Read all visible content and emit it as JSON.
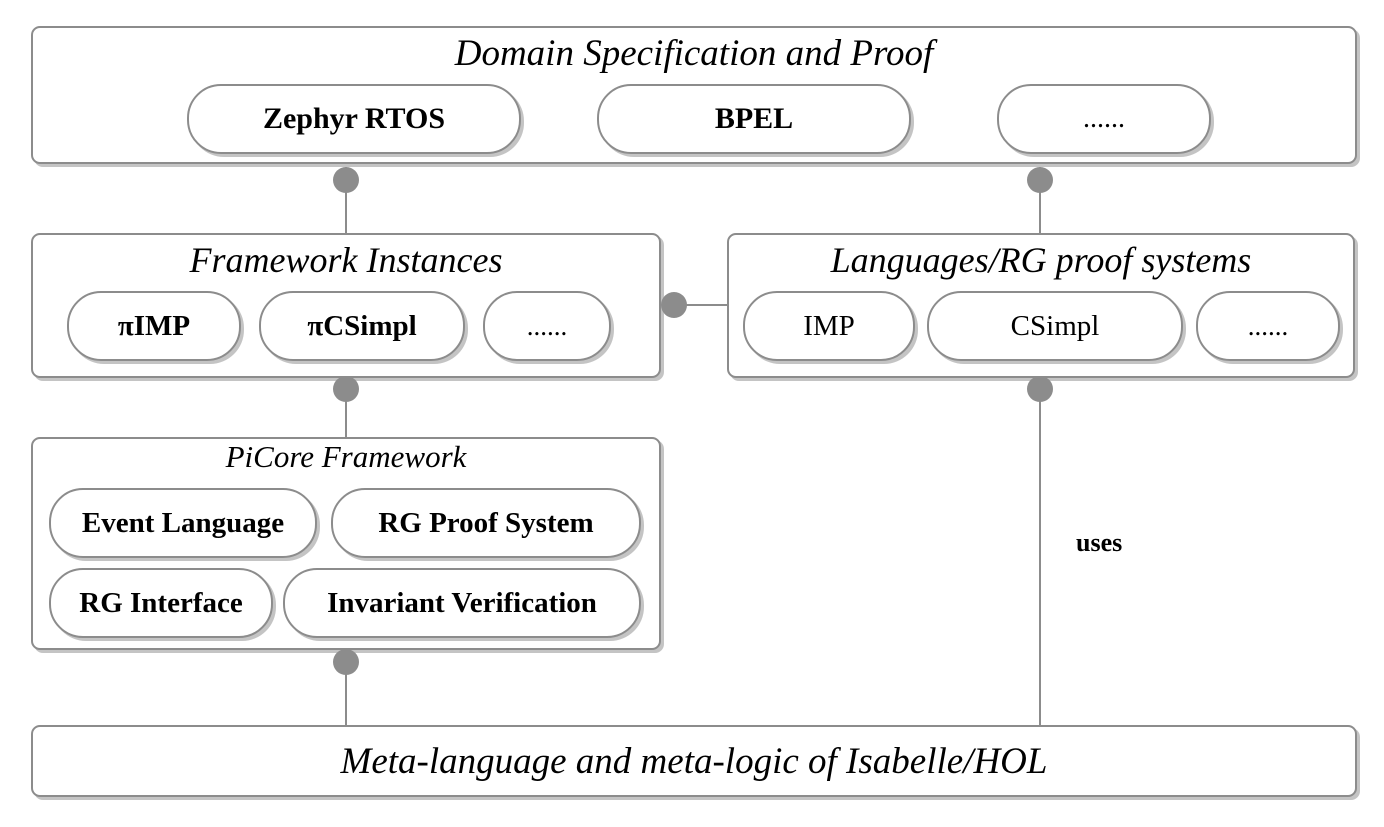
{
  "domain_box": {
    "title": "Domain Specification and Proof",
    "items": [
      "Zephyr RTOS",
      "BPEL",
      "......"
    ]
  },
  "framework_instances": {
    "title": "Framework Instances",
    "items": [
      "πIMP",
      "πCSimpl",
      "......"
    ]
  },
  "languages": {
    "title": "Languages/RG proof systems",
    "items": [
      "IMP",
      "CSimpl",
      "......"
    ]
  },
  "picore": {
    "title": "PiCore Framework",
    "items": [
      "Event Language",
      "RG Proof System",
      "RG Interface",
      "Invariant Verification"
    ]
  },
  "meta": {
    "title": "Meta-language and meta-logic of Isabelle/HOL"
  },
  "edge_labels": {
    "uses": "uses"
  }
}
